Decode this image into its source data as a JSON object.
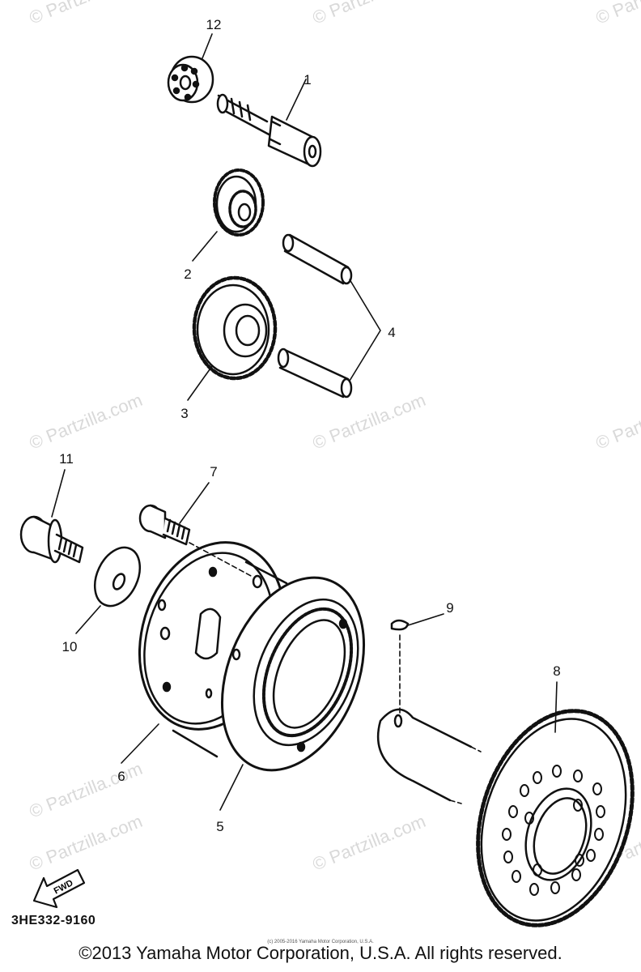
{
  "watermarks": [
    "© Partzilla.com",
    "© Partzilla.com",
    "© Partzilla.com",
    "© Partzilla.com",
    "© Partzilla.com",
    "© Partzilla.com",
    "© Partzilla.com",
    "© Partzilla.com",
    "© Partzilla.com",
    "© Partzilla.com"
  ],
  "callouts": {
    "c1": "1",
    "c2": "2",
    "c3": "3",
    "c4": "4",
    "c5": "5",
    "c6": "6",
    "c7": "7",
    "c8": "8",
    "c9": "9",
    "c10": "10",
    "c11": "11",
    "c12": "12"
  },
  "fwd_label": "FWD",
  "diagram_code": "3HE332-9160",
  "small_notice": "(c) 2005-2016 Yamaha Motor Corporation, U.S.A.",
  "copyright": "©2013 Yamaha Motor Corporation, U.S.A. All rights reserved."
}
